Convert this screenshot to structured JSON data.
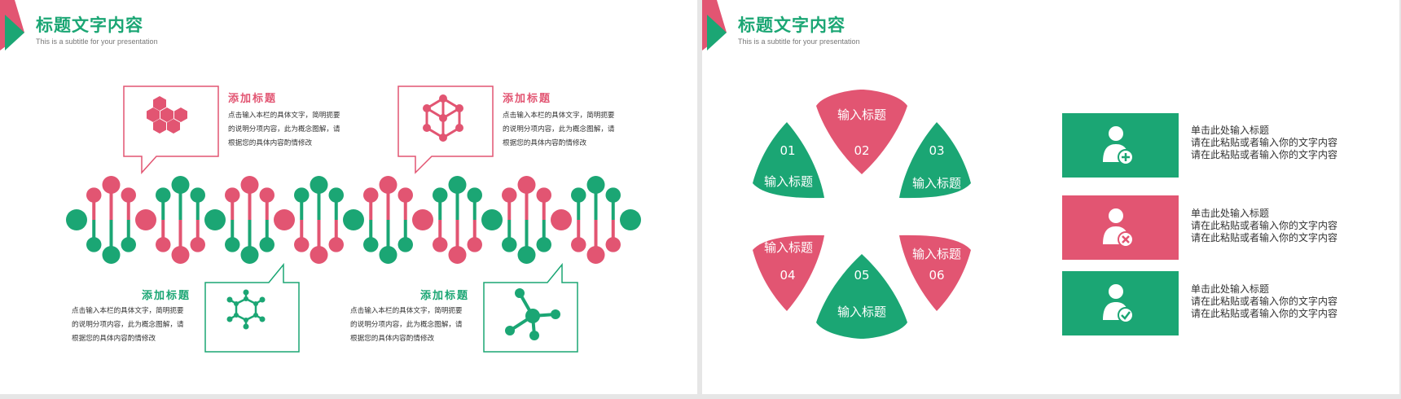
{
  "colors": {
    "green": "#1ba674",
    "pink": "#e25572"
  },
  "left_slide": {
    "title": "标题文字内容",
    "subtitle": "This is a subtitle for your presentation",
    "cards": [
      {
        "title": "添加标题",
        "lines": [
          "点击输入本栏的具体文字，简明扼要",
          "的说明分项内容，此为概念图解，请",
          "根据您的具体内容酌情修改"
        ],
        "icon": "hexagon-cluster-icon"
      },
      {
        "title": "添加标题",
        "lines": [
          "点击输入本栏的具体文字，简明扼要",
          "的说明分项内容，此为概念图解，请",
          "根据您的具体内容酌情修改"
        ],
        "icon": "cube-network-icon"
      },
      {
        "title": "添加标题",
        "lines": [
          "点击输入本栏的具体文字，简明扼要",
          "的说明分项内容，此为概念图解，请",
          "根据您的具体内容酌情修改"
        ],
        "icon": "molecule-ring-icon"
      },
      {
        "title": "添加标题",
        "lines": [
          "点击输入本栏的具体文字，简明扼要",
          "的说明分项内容，此为概念图解，请",
          "根据您的具体内容酌情修改"
        ],
        "icon": "molecule-node-icon"
      }
    ]
  },
  "right_slide": {
    "title": "标题文字内容",
    "subtitle": "This is a subtitle for your presentation",
    "petals": [
      {
        "number": "01",
        "label": "输入标题",
        "color": "green"
      },
      {
        "number": "02",
        "label": "输入标题",
        "color": "pink"
      },
      {
        "number": "03",
        "label": "输入标题",
        "color": "green"
      },
      {
        "number": "04",
        "label": "输入标题",
        "color": "pink"
      },
      {
        "number": "05",
        "label": "输入标题",
        "color": "green"
      },
      {
        "number": "06",
        "label": "输入标题",
        "color": "pink"
      }
    ],
    "items": [
      {
        "icon": "user-add-icon",
        "color": "green",
        "lines": [
          "单击此处输入标题",
          "请在此粘贴或者输入你的文字内容",
          "请在此粘贴或者输入你的文字内容"
        ]
      },
      {
        "icon": "user-remove-icon",
        "color": "pink",
        "lines": [
          "单击此处输入标题",
          "请在此粘贴或者输入你的文字内容",
          "请在此粘贴或者输入你的文字内容"
        ]
      },
      {
        "icon": "user-check-icon",
        "color": "green",
        "lines": [
          "单击此处输入标题",
          "请在此粘贴或者输入你的文字内容",
          "请在此粘贴或者输入你的文字内容"
        ]
      }
    ]
  }
}
